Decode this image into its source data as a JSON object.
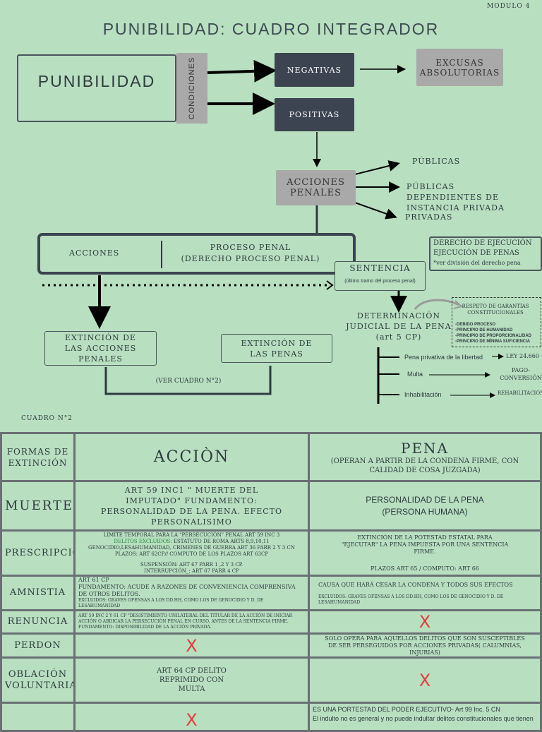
{
  "modulo": "MODULO 4",
  "title": "PUNIBILIDAD: CUADRO INTEGRADOR",
  "diagram": {
    "punibilidad": "PUNIBILIDAD",
    "condiciones": "CONDICIONES",
    "negativas": "NEGATIVAS",
    "positivas": "POSITIVAS",
    "excusas": "EXCUSAS ABSOLUTORIAS",
    "acciones_penales": "ACCIONES PENALES",
    "publicas": "PÚBLICAS",
    "publicas_dependientes": "PÚBLICAS DEPENDIENTES DE INSTANCIA PRIVADA",
    "privadas": "PRIVADAS",
    "acciones": "ACCIONES",
    "proceso_penal": "PROCESO PENAL",
    "derecho_proceso_penal": "(DERECHO PROCESO PENAL)",
    "sentencia": "SENTENCIA",
    "sentencia_note": "(último tramo del proceso penal)",
    "derecho_ejecucion_1": "DERECHO DE EJECUCIÓN",
    "derecho_ejecucion_2": "EJECUCIÓN DE PENAS",
    "derecho_ejecucion_3": "*ver división del derecho pena",
    "extincion_acciones": "EXTINCIÓN DE LAS ACCIONES PENALES",
    "extincion_penas": "EXTINCIÓN DE LAS PENAS",
    "ver_cuadro": "(VER CUADRO N°2)",
    "determinacion_1": "DETERMINACIÓN",
    "determinacion_2": "JUDICIAL DE LA PENA",
    "determinacion_3": "(art 5 CP)",
    "garantias_title": "RESPETO DE GARANTÍAS CONSTITUCIONALES",
    "garantias": [
      "-DEBIDO PROCESO",
      "-PRINCIPIO DE HUMANIDAD",
      "-PRINCIPIO DE PROPORCIONALIDAD",
      "-PRINCIPIO DE MÍNIMA SUFICIENCIA"
    ],
    "pena_privativa": "Pena privativa de la libertad",
    "ley": "LEY 24.660",
    "multa": "Multa",
    "pago": "PAGO-CONVERSIÓN",
    "inhabilitacion": "Inhabilitación",
    "rehabilitacion": "REHABILITACIÓN"
  },
  "cuadro2_label": "CUADRO N°2",
  "table": {
    "h_formas": "FORMAS DE EXTINCIÓN",
    "h_accion": "ACCIÒN",
    "h_pena": "PENA",
    "h_pena_sub": "(OPERAN A PARTIR DE LA CONDENA FIRME, CON CALIDAD DE COSA JUZGADA)",
    "muerte": {
      "label": "MUERTE",
      "accion": "ART 59 INC1 \" MUERTE DEL IMPUTADO\" FUNDAMENTO: PERSONALIDAD DE LA PENA. EFECTO PERSONALISIMO",
      "pena": "PERSONALIDAD DE LA PENA (PERSONA HUMANA)"
    },
    "prescripcion": {
      "label": "PRESCRIPCIÓN",
      "accion_1": "LIMITE TEMPORAL PARA LA \"PERSECUCIÓN\" PENAL ART 59 INC 3",
      "accion_2a": "DELITOS EXCLUIDOS:",
      "accion_2b": " ESTATUTO DE ROMA ARTS 8,9,10,11 GENOCIDIO,LESAHUMANIDAD, CRIMENES DE GUERRA ART 36 PARR 2 Y 3 CN",
      "accion_3": "PLAZOS: ART 62CP// COMPUTO DE LOS PLAZOS ART 63CP",
      "accion_4": "SUSPENSIÓN: ART 67 PARR 1 ,2  Y 3 CP.",
      "accion_5": "INTERRUPCIÓN_: ART 67 PARR 4 CP",
      "pena_1": "EXTINCIÓN DE LA POTESTAD ESTATAL PARA \"EJECUTAR\" LA PENA IMPUESTA POR  UNA SENTENCIA FIRME.",
      "pena_2": "PLAZOS ART 65 / COMPUTO: ART 66"
    },
    "amnistia": {
      "label": "AMNISTIA",
      "accion_1": "ART 61 CP",
      "accion_2": "FUNDAMENTO:  ACUDE A RAZONES DE  CONVENIENCIA COMPRENSIVA DE OTROS DELITOS.",
      "accion_3": "EXCLUIDOS: GRAVES OFENSAS A LOS DD.HH, COMO LOS DE  GENOCIDIO Y D. DE LESAHUMANIDAD",
      "pena_1": "CAUSA QUE HARÁ CESAR LA CONDENA Y TODOS SUS  EFECTOS",
      "pena_2": "EXCLUIDOS: GRAVES OFENSAS A LOS DD.HH, COMO LOS DE  GENOCIDIO Y D. DE LESAHUMANIDAD"
    },
    "renuncia": {
      "label": "RENUNCIA",
      "accion": "ART 59 INC 2 Y 61 CP \"DESISTIMIENTO UNILATERAL DEL  TITULAR DE LA ACCIÓN  DE INICIAR ACCIÓN O ABDICAR LA PERSECUCIÓN PENAL EN CURSO, ANTES DE LA SENTENCIA FIRME. FUNDAMENTO: DISPONIBILIDAD DE LA ACCIÓN PRIVADA.",
      "pena": "X"
    },
    "perdon": {
      "label": "PERDON",
      "accion": "X",
      "pena": "SOLO OPERA PARA AQUELLOS DELITOS QUE SON SUSCEPTIBLES DE SER PERSEGUIDOS POR ACCIONES PRIVADAS( CALUMNIAS, INJURIAS)"
    },
    "oblacion": {
      "label": "OBLACIÓN VOLUNTARIA",
      "accion": "ART 64 CP DELITO REPRIMIDO CON MULTA",
      "pena": "X"
    },
    "indulto": {
      "accion": "X",
      "pena_1": "ES UNA PORTESTAD DEL PODER EJECUTIVO- Art 99 Inc. 5 CN",
      "pena_2": "El indulto no es general y no puede indultar delitos constitucionales que tienen"
    }
  }
}
